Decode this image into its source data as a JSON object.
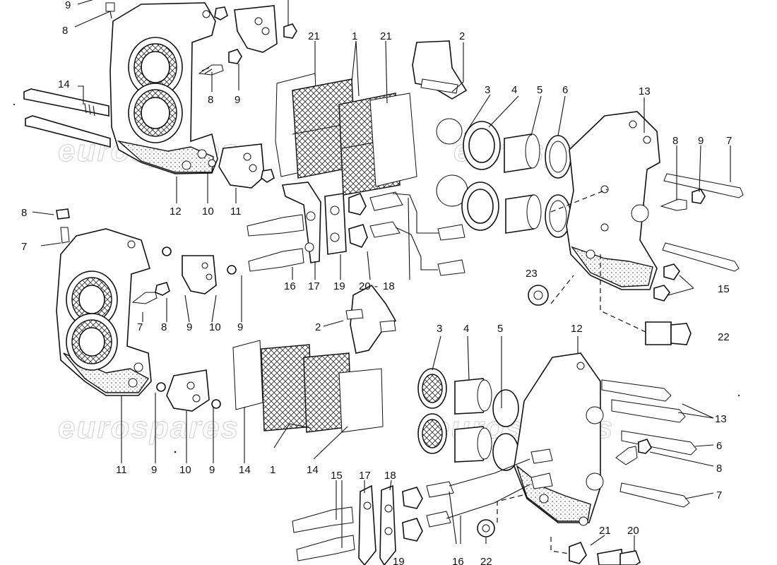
{
  "watermark": {
    "text": "eurospares"
  },
  "callouts": {
    "n1": "1",
    "n2": "2",
    "n3": "3",
    "n4": "4",
    "n5": "5",
    "n6": "6",
    "n7": "7",
    "n8": "8",
    "n9": "9",
    "n10": "10",
    "n11": "11",
    "n12": "12",
    "n13": "13",
    "n14": "14",
    "n15": "15",
    "n16": "16",
    "n17": "17",
    "n18": "18",
    "n19": "19",
    "n20": "20",
    "n21": "21",
    "n22": "22",
    "n23": "23"
  },
  "parts": [
    "brake-pad",
    "pad-retaining-spring",
    "piston-seal",
    "dust-boot",
    "piston",
    "seal-ring",
    "through-bolt",
    "bleed-screw",
    "bleed-cap",
    "cover-plate",
    "caliper-half-left",
    "caliper-half-right",
    "long-bolt",
    "anti-squeal-shim",
    "nut",
    "banjo-stud",
    "bracket",
    "pipe",
    "spacer-plate",
    "fitting",
    "washer",
    "union-bolt"
  ]
}
